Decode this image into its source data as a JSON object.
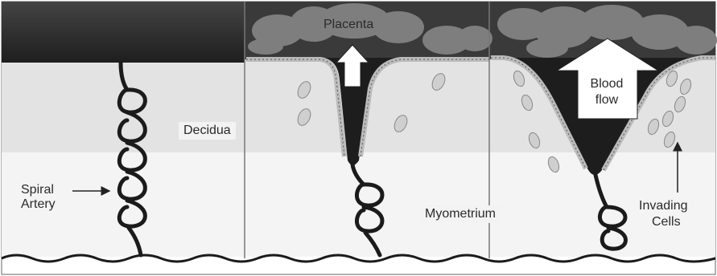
{
  "labels": {
    "placenta": "Placenta",
    "decidua": "Decidua",
    "myometrium": "Myometrium",
    "spiral_artery_1": "Spiral",
    "spiral_artery_2": "Artery",
    "blood_flow_1": "Blood",
    "blood_flow_2": "flow",
    "invading_cells_1": "Invading",
    "invading_cells_2": "Cells"
  },
  "colors": {
    "top_gradient_dark": "#2b2b2b",
    "top_gradient_light": "#9a9a9a",
    "decidua_bg": "#e4e4e4",
    "myometrium_bg": "#f4f4f4",
    "artery": "#1c1c1c",
    "placenta_blob": "#7d7d7d",
    "cell_fill": "#cfcfcf"
  }
}
